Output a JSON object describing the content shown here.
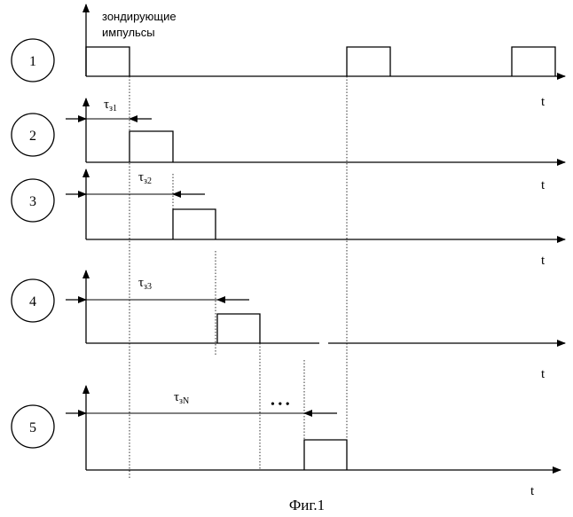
{
  "caption": "Фиг.1",
  "probe_label_line1": "зондирующие",
  "probe_label_line2": "импульсы",
  "time_label": "t",
  "ellipsis": "• • •",
  "rows": [
    {
      "number": "1",
      "delay_label": "",
      "delay_sub": ""
    },
    {
      "number": "2",
      "delay_label": "τ",
      "delay_sub": "з1"
    },
    {
      "number": "3",
      "delay_label": "τ",
      "delay_sub": "з2"
    },
    {
      "number": "4",
      "delay_label": "τ",
      "delay_sub": "з3"
    },
    {
      "number": "5",
      "delay_label": "τ",
      "delay_sub": "зN"
    }
  ]
}
